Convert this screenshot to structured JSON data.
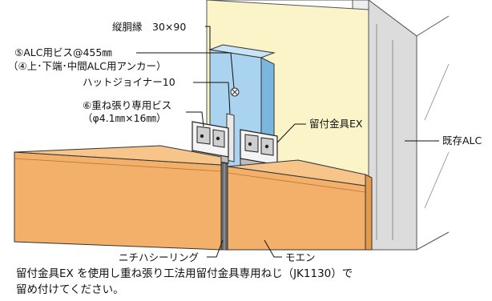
{
  "labels": {
    "batten": "縦胴縁　30×90",
    "alc_screw": "⑤ALC用ビス@455㎜",
    "alc_anchor": "（④上･下端･中間ALC用アンカー）",
    "hat_joiner": "ハットジョイナー10",
    "overlap_screw": "⑥重ね張り専用ビス",
    "screw_size": "（φ4.1㎜×16㎜）",
    "bracket": "留付金具EX",
    "existing_alc": "既存ALC",
    "sealing": "ニチハシーリング",
    "panel": "モエン"
  },
  "caption": {
    "line1": "留付金具EX を使用し重ね張り工法用留付金具専用ねじ（JK1130）で",
    "line2": "留め付けてください。"
  },
  "colors": {
    "alc_wall": "#fbf4c9",
    "batten": "#a9d3ef",
    "panel": "#f2b06a",
    "panel_shadow": "#e39a4c",
    "grey_frame": "#d8d8d8"
  }
}
